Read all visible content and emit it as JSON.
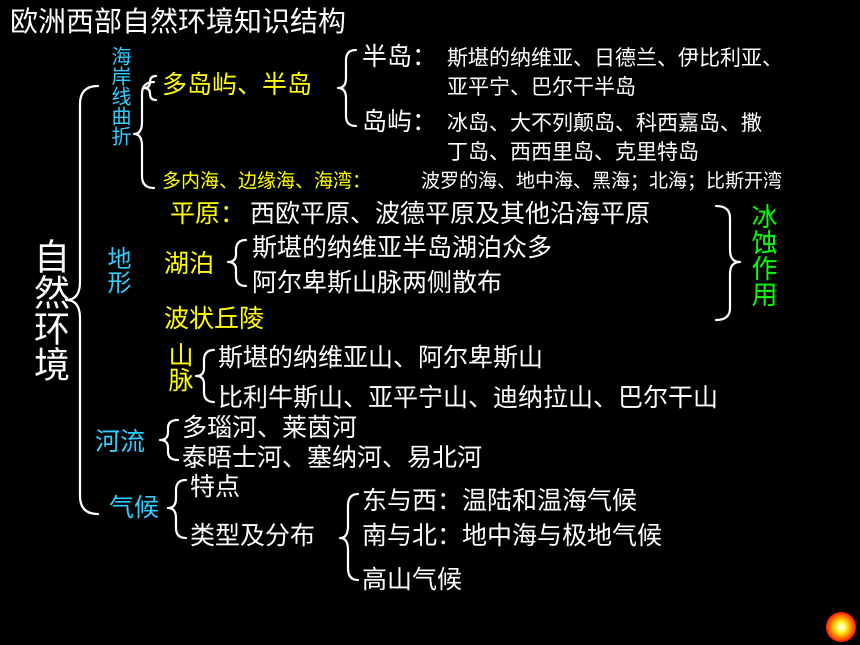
{
  "title": "欧洲西部自然环境知识结构",
  "root": "自然环境",
  "coast": {
    "label": "海岸线曲折",
    "islands_peninsulas": "多岛屿、半岛",
    "peninsula_label": "半岛：",
    "peninsula_line1": "斯堪的纳维亚、日德兰、伊比利亚、",
    "peninsula_line2": "亚平宁、巴尔干半岛",
    "island_label": "岛屿：",
    "island_line1": "冰岛、大不列颠岛、科西嘉岛、撒",
    "island_line2": "丁岛、西西里岛、克里特岛",
    "seas_label": "多内海、边缘海、海湾：",
    "seas_text": "波罗的海、地中海、黑海；北海；比斯开湾"
  },
  "terrain": {
    "label": "地形",
    "plain_label": "平原：",
    "plain_text": "西欧平原、波德平原及其他沿海平原",
    "lakes_label": "湖泊",
    "lakes_line1": "斯堪的纳维亚半岛湖泊众多",
    "lakes_line2": "阿尔卑斯山脉两侧散布",
    "hills_label": "波状丘陵",
    "glacial": "冰蚀作用",
    "mountains_label": "山脉",
    "mountains_line1": "斯堪的纳维亚山、阿尔卑斯山",
    "mountains_line2": "比利牛斯山、亚平宁山、迪纳拉山、巴尔干山"
  },
  "rivers": {
    "label": "河流",
    "line1": "多瑙河、莱茵河",
    "line2": "泰晤士河、塞纳河、易北河"
  },
  "climate": {
    "label": "气候",
    "features": "特点",
    "types": "类型及分布",
    "east_west": "东与西：温陆和温海气候",
    "north_south": "南与北：地中海与极地气候",
    "alpine": "高山气候"
  },
  "colors": {
    "background": "#000000",
    "text": "#ffffff",
    "accent_yellow": "#ffff00",
    "accent_cyan": "#33ccff",
    "accent_green": "#00ff00"
  }
}
